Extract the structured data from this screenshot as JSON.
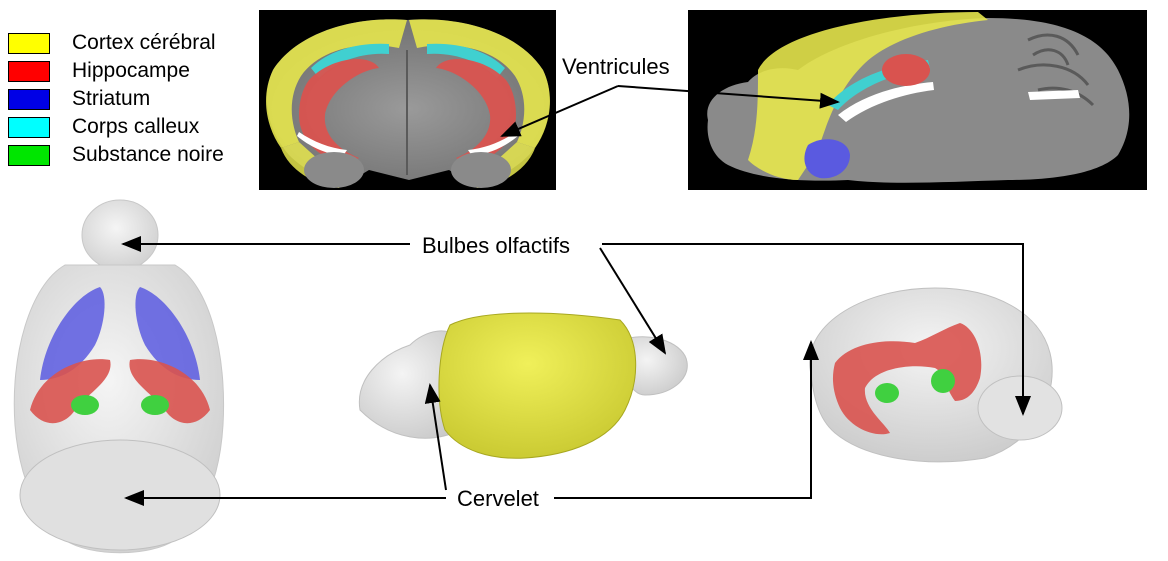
{
  "legend": {
    "items": [
      {
        "label": "Cortex cérébral",
        "color": "#ffff00"
      },
      {
        "label": "Hippocampe",
        "color": "#ff0000"
      },
      {
        "label": "Striatum",
        "color": "#0000e6"
      },
      {
        "label": "Corps calleux",
        "color": "#00ffff"
      },
      {
        "label": "Substance noire",
        "color": "#00e600"
      }
    ]
  },
  "labels": {
    "ventricles": "Ventricules",
    "olfactory_bulbs": "Bulbes olfactifs",
    "cerebellum": "Cervelet"
  },
  "colors": {
    "mri_background": "#000000",
    "mri_tissue": "#8a8a8a",
    "brain_surface": "#e6e6e6",
    "cortex_overlay": "#e6e64d",
    "hippocampus_overlay": "#d9534f",
    "striatum_overlay": "#5a5ae0",
    "corpus_callosum_overlay": "#40d0d0",
    "substantia_nigra_overlay": "#40d040",
    "arrow": "#000000"
  },
  "images": [
    {
      "name": "coronal-mri-slice"
    },
    {
      "name": "sagittal-mri-slice"
    },
    {
      "name": "brain-3d-dorsal-view"
    },
    {
      "name": "brain-3d-lateral-cortex-view"
    },
    {
      "name": "brain-3d-oblique-view"
    }
  ]
}
